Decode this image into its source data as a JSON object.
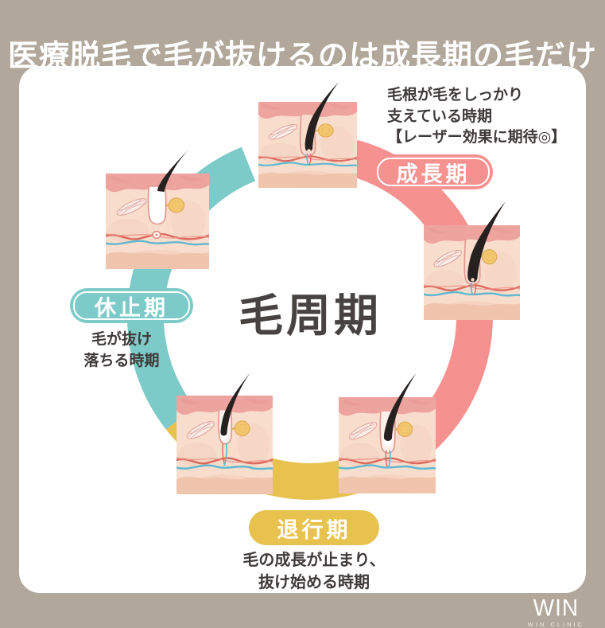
{
  "title": "医療脱毛で毛が抜けるのは成長期の毛だけ",
  "center_label": "毛周期",
  "phases": [
    {
      "id": "growth",
      "label": "成長期",
      "color": "#f5928f",
      "description": "毛根が毛をしっかり\n支えている時期\n【レーザー効果に期待◎】"
    },
    {
      "id": "regression",
      "label": "退行期",
      "color": "#e8c24f",
      "description": "毛の成長が止まり、\n抜け始める時期"
    },
    {
      "id": "telogen",
      "label": "休止期",
      "color": "#7ccbc9",
      "description": "毛が抜け\n落ちる時期"
    }
  ],
  "logo": {
    "name": "WIN",
    "sub": "WIN CLINIC"
  },
  "colors": {
    "background": "#b1a79a",
    "card": "#ffffff",
    "growth": "#f5928f",
    "regression": "#e8c24f",
    "telogen": "#7ccbc9",
    "text": "#3e3a39"
  }
}
